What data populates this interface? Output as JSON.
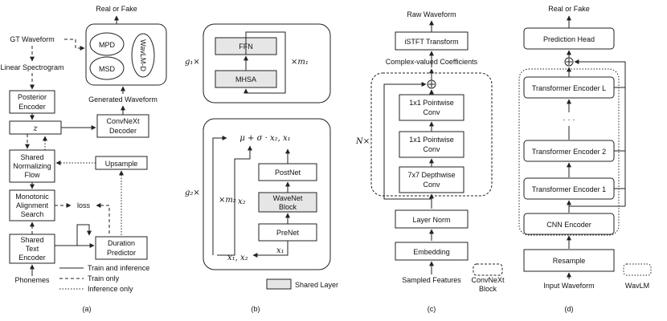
{
  "panel_a": {
    "real_or_fake": "Real or Fake",
    "gt_waveform": "GT Waveform",
    "mpd": "MPD",
    "msd": "MSD",
    "wavlm_d": "WavLM-D",
    "linear_spectrogram": "Linear Spectrogram",
    "generated_waveform": "Generated Waveform",
    "posterior_encoder_1": "Posterior",
    "posterior_encoder_2": "Encoder",
    "convnext_decoder_1": "ConvNeXt",
    "convnext_decoder_2": "Decoder",
    "z": "z",
    "shared_flow_1": "Shared",
    "shared_flow_2": "Normalizing",
    "shared_flow_3": "Flow",
    "upsample": "Upsample",
    "mas_1": "Monotonic",
    "mas_2": "Alignment",
    "mas_3": "Search",
    "loss": "loss",
    "shared_text_1": "Shared",
    "shared_text_2": "Text",
    "shared_text_3": "Encoder",
    "duration_1": "Duration",
    "duration_2": "Predictor",
    "phonemes": "Phonemes",
    "legend_train_inference": "Train and inference",
    "legend_train_only": "Train only",
    "legend_inference_only": "Inference only",
    "caption": "(a)"
  },
  "panel_b": {
    "g1_label": "g₁×",
    "ffn": "FFN",
    "mhsa": "MHSA",
    "m1_label": "×m₁",
    "g2_label": "g₂×",
    "formula": "μ + σ · x₂, x₁",
    "m2_label": "×m₂",
    "x2_label": "x₂",
    "postnet": "PostNet",
    "wavenet_1": "WaveNet",
    "wavenet_2": "Block",
    "prenet": "PreNet",
    "x1_label": "x₁",
    "x1x2_label": "x₁, x₂",
    "shared_layer": "Shared Layer",
    "caption": "(b)"
  },
  "panel_c": {
    "raw_waveform": "Raw Waveform",
    "istft": "iSTFT Transform",
    "complex_coeffs": "Complex-valued Coefficients",
    "n_label": "N×",
    "pw2_1": "1x1 Pointwise",
    "pw2_2": "Conv",
    "pw1_1": "1x1 Pointwise",
    "pw1_2": "Conv",
    "dw_1": "7x7 Depthwise",
    "dw_2": "Conv",
    "layer_norm": "Layer Norm",
    "embedding": "Embedding",
    "sampled_features": "Sampled Features",
    "convnext_block_1": "ConvNeXt",
    "convnext_block_2": "Block",
    "caption": "(c)"
  },
  "panel_d": {
    "real_or_fake": "Real or Fake",
    "prediction_head": "Prediction Head",
    "encoder_l": "Transformer Encoder L",
    "ellipsis": "· · ·",
    "encoder_2": "Transformer Encoder 2",
    "encoder_1": "Transformer Encoder 1",
    "cnn_encoder": "CNN Encoder",
    "resample": "Resample",
    "input_waveform": "Input Waveform",
    "wavlm": "WavLM",
    "caption": "(d)"
  }
}
